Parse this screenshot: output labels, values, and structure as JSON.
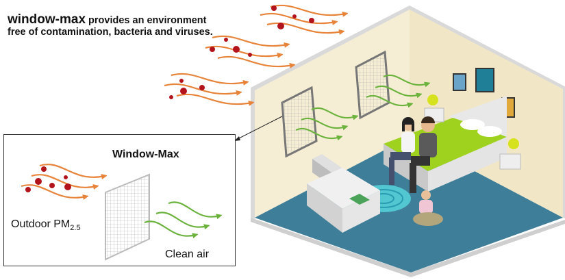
{
  "headline": {
    "brand": "window-max",
    "text": " provides an environment free of contamination, bacteria and viruses."
  },
  "inset": {
    "title": "Window-Max",
    "outdoor_label": "Outdoor PM",
    "outdoor_subscript": "2.5",
    "clean_label": "Clean air"
  },
  "colors": {
    "polluted_arrow": "#e8833a",
    "particle": "#b3141b",
    "clean_arrow": "#6bb33d",
    "wall": "#f6eed4",
    "floor": "#3e7e98",
    "bed_sheet": "#9fd21e"
  }
}
